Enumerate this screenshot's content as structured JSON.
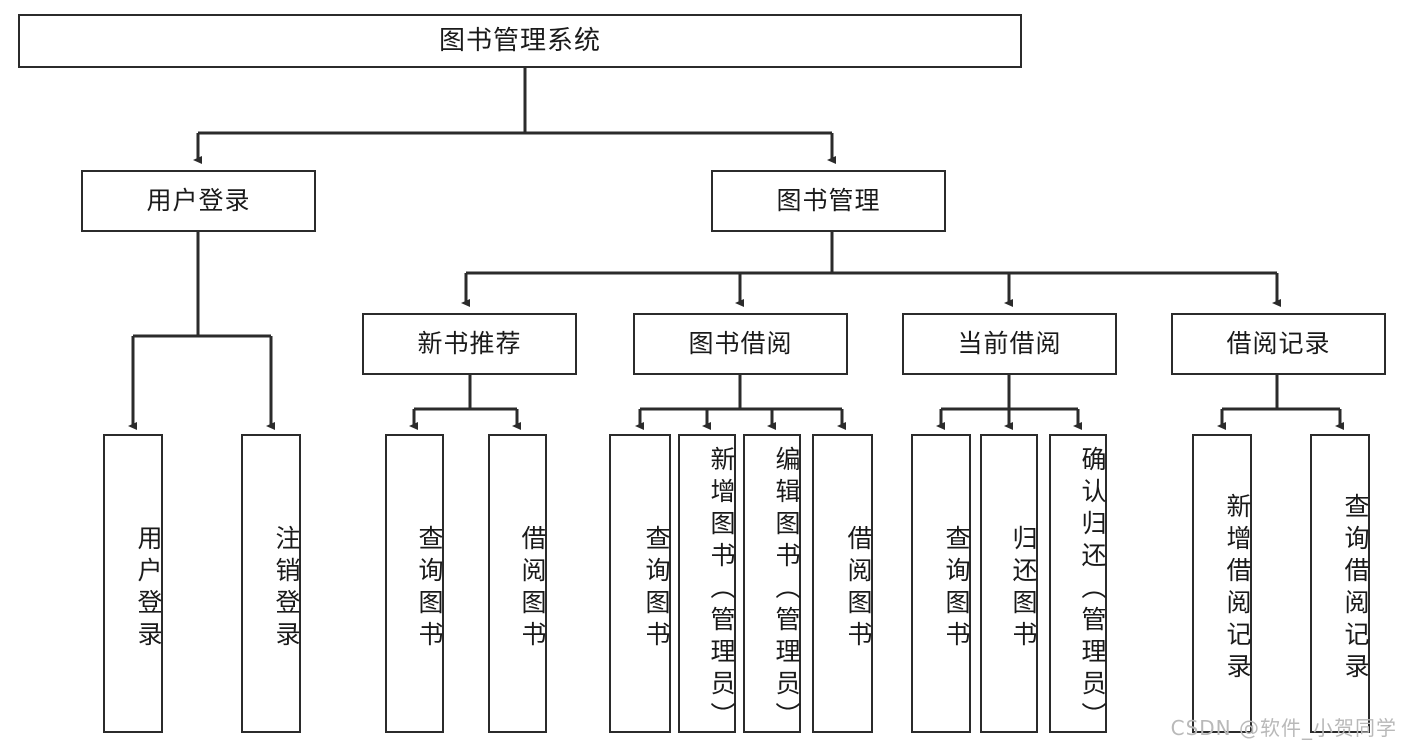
{
  "diagram": {
    "title": "图书管理系统",
    "type": "hierarchy-tree",
    "levels": 4,
    "root": {
      "id": "root",
      "label": "图书管理系统"
    },
    "level2": [
      {
        "id": "user-login",
        "label": "用户登录"
      },
      {
        "id": "book-management",
        "label": "图书管理"
      }
    ],
    "level3": [
      {
        "id": "new-book-recommend",
        "label": "新书推荐",
        "parent": "book-management"
      },
      {
        "id": "book-borrow",
        "label": "图书借阅",
        "parent": "book-management"
      },
      {
        "id": "current-borrow",
        "label": "当前借阅",
        "parent": "book-management"
      },
      {
        "id": "borrow-record",
        "label": "借阅记录",
        "parent": "book-management"
      }
    ],
    "leaves": [
      {
        "id": "leaf-user-login",
        "label": "用户登录",
        "parent": "user-login"
      },
      {
        "id": "leaf-logout",
        "label": "注销登录",
        "parent": "user-login"
      },
      {
        "id": "leaf-query-book-1",
        "label": "查询图书",
        "parent": "new-book-recommend"
      },
      {
        "id": "leaf-borrow-book-1",
        "label": "借阅图书",
        "parent": "new-book-recommend"
      },
      {
        "id": "leaf-query-book-2",
        "label": "查询图书",
        "parent": "book-borrow"
      },
      {
        "id": "leaf-add-book",
        "label": "新增图书（管理员）",
        "parent": "book-borrow"
      },
      {
        "id": "leaf-edit-book",
        "label": "编辑图书（管理员）",
        "parent": "book-borrow"
      },
      {
        "id": "leaf-borrow-book-2",
        "label": "借阅图书",
        "parent": "book-borrow"
      },
      {
        "id": "leaf-query-book-3",
        "label": "查询图书",
        "parent": "current-borrow"
      },
      {
        "id": "leaf-return-book",
        "label": "归还图书",
        "parent": "current-borrow"
      },
      {
        "id": "leaf-confirm-return",
        "label": "确认归还（管理员）",
        "parent": "current-borrow"
      },
      {
        "id": "leaf-add-record",
        "label": "新增借阅记录",
        "parent": "borrow-record"
      },
      {
        "id": "leaf-query-record",
        "label": "查询借阅记录",
        "parent": "borrow-record"
      }
    ]
  },
  "watermark": {
    "text": "CSDN @软件_小贺同学"
  },
  "colors": {
    "stroke": "#2b2b2b",
    "background": "#ffffff",
    "text": "#1a1a1a",
    "watermark": "#b9b9b9"
  }
}
